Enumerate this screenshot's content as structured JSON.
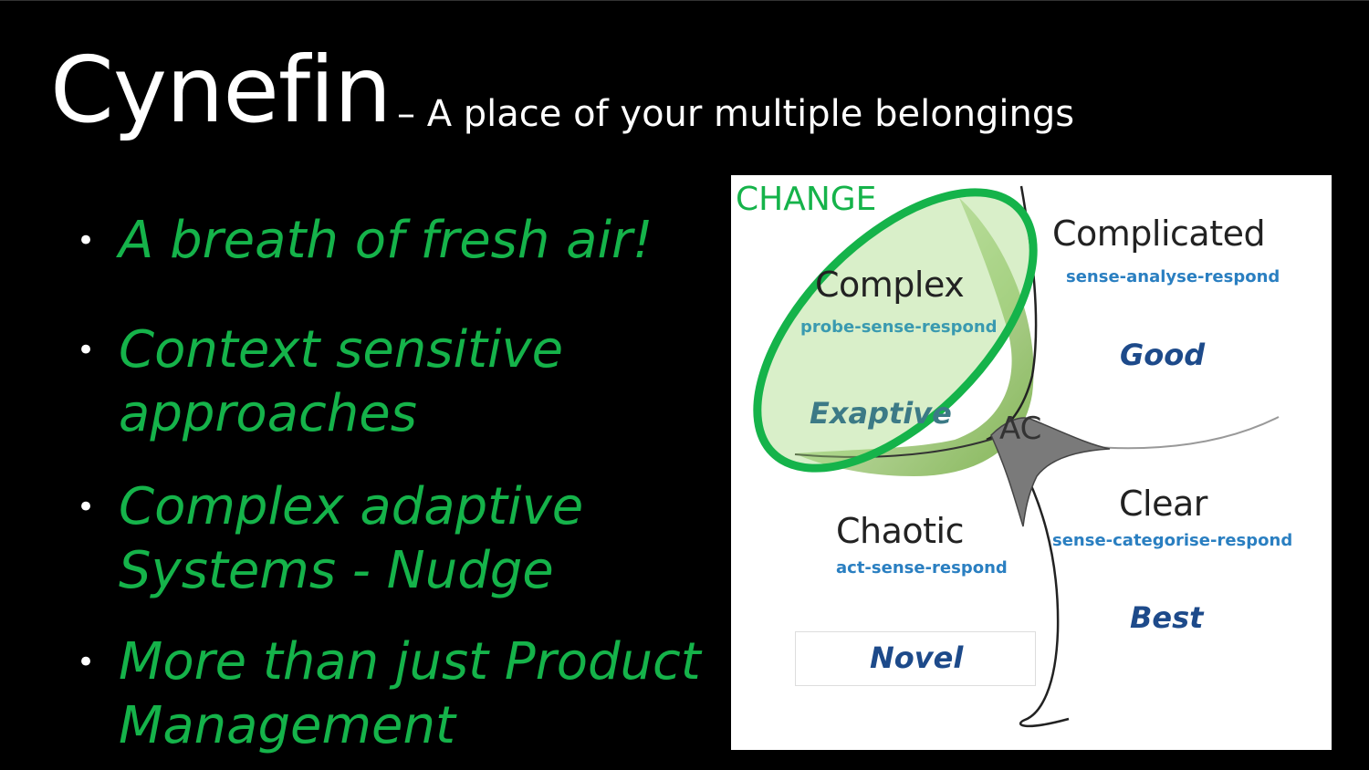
{
  "slide": {
    "title": "Cynefin",
    "subtitle": "– A place of your multiple belongings",
    "bullet_symbol": "•",
    "bullets": [
      "A breath of fresh air!",
      "Context sensitive approaches",
      "Complex adaptive Systems - Nudge",
      "More than just Product Management"
    ],
    "colors": {
      "background": "#000000",
      "title": "#ffffff",
      "bullet_text": "#15b34a"
    }
  },
  "diagram": {
    "highlight_label": "CHANGE",
    "center_label": "AC",
    "domains": {
      "complex": {
        "name": "Complex",
        "approach": "probe-sense-respond",
        "practice": "Exaptive"
      },
      "complicated": {
        "name": "Complicated",
        "approach": "sense-analyse-respond",
        "practice": "Good"
      },
      "chaotic": {
        "name": "Chaotic",
        "approach": "act-sense-respond",
        "practice": "Novel"
      },
      "clear": {
        "name": "Clear",
        "approach": "sense-categorise-respond",
        "practice": "Best"
      }
    },
    "colors": {
      "highlight_ring": "#15b34a",
      "practice_text": "#1d4a8a",
      "approach_text": "#2a7fc1"
    }
  }
}
